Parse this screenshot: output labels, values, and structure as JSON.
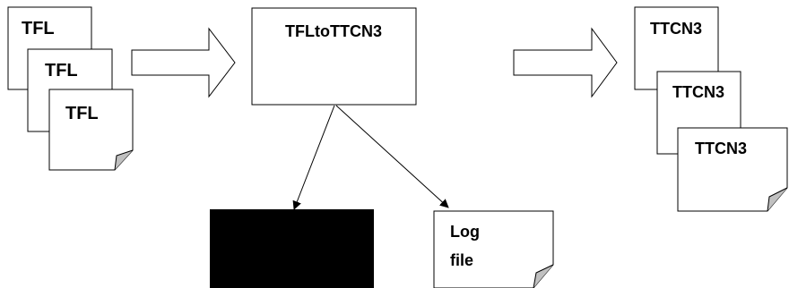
{
  "inputs": {
    "docs": [
      {
        "label": "TFL"
      },
      {
        "label": "TFL"
      },
      {
        "label": "TFL"
      }
    ]
  },
  "process": {
    "label": "TFLtoTTCN3"
  },
  "outputs": {
    "docs": [
      {
        "label": "TTCN3"
      },
      {
        "label": "TTCN3"
      },
      {
        "label": "TTCN3"
      }
    ]
  },
  "log": {
    "line1": "Log",
    "line2": "file"
  },
  "colors": {
    "stroke": "#000000",
    "fold": "#c0c0c0",
    "black_box": "#000000",
    "background": "#ffffff"
  }
}
